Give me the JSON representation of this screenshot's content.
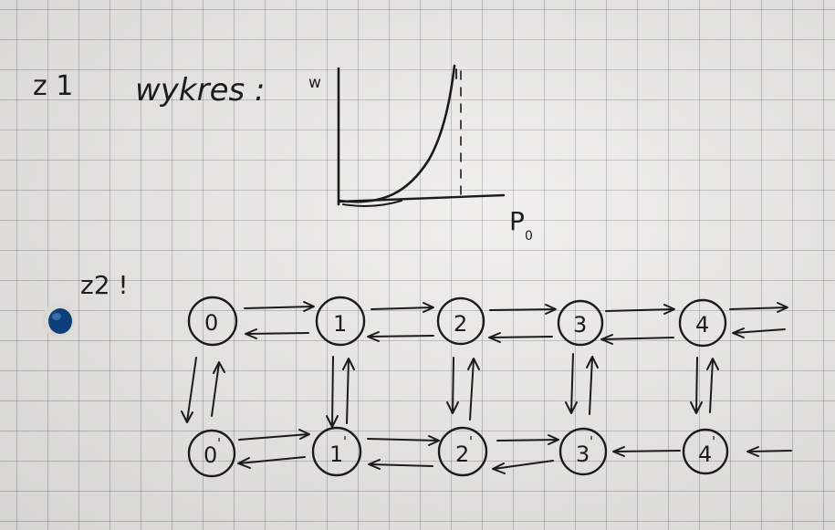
{
  "notes": {
    "task1_heading": "z 1",
    "task1_word": "wykres :",
    "task2_heading": "z2 !"
  },
  "graph": {
    "y_axis_label": "w",
    "x_axis_label": "P",
    "x_axis_subscript": "0"
  },
  "diagram": {
    "top_nodes": [
      "0",
      "1",
      "2",
      "3",
      "4"
    ],
    "bottom_nodes": [
      "0",
      "1",
      "2",
      "3",
      "4"
    ],
    "bottom_node_mark": "'"
  },
  "colors": {
    "ink": "#1b1b1b",
    "paper": "#eeede8",
    "grid": "#8a8a93",
    "punch_hole": "#0d3f7a"
  }
}
